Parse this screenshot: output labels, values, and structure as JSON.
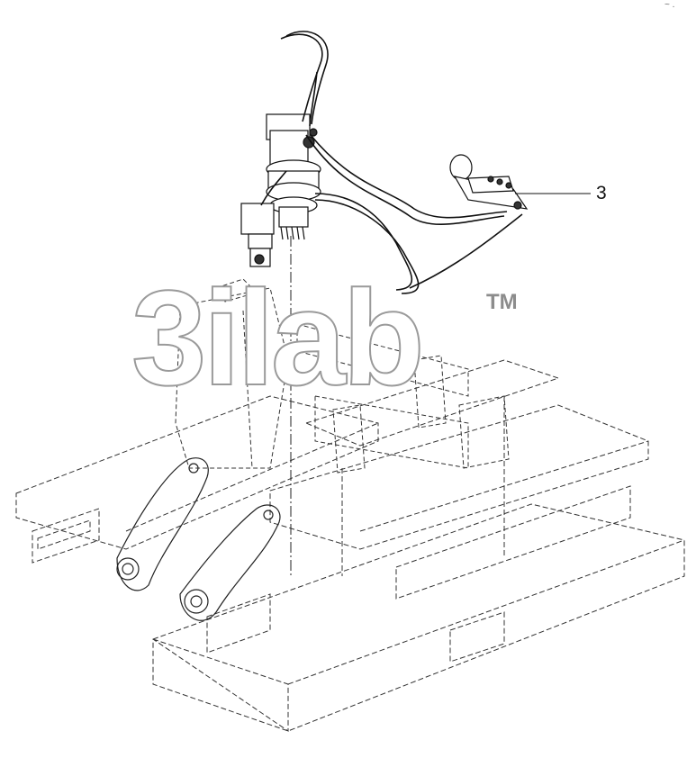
{
  "diagram": {
    "callouts": [
      {
        "id": "3",
        "label": "3"
      }
    ],
    "watermark": {
      "text": "3ilab",
      "mark": "TM"
    },
    "corner_glyphs": "~ ."
  },
  "colors": {
    "line": "#1a1a1a",
    "dashed": "#333333",
    "watermark_stroke": "#9a9a9a"
  }
}
